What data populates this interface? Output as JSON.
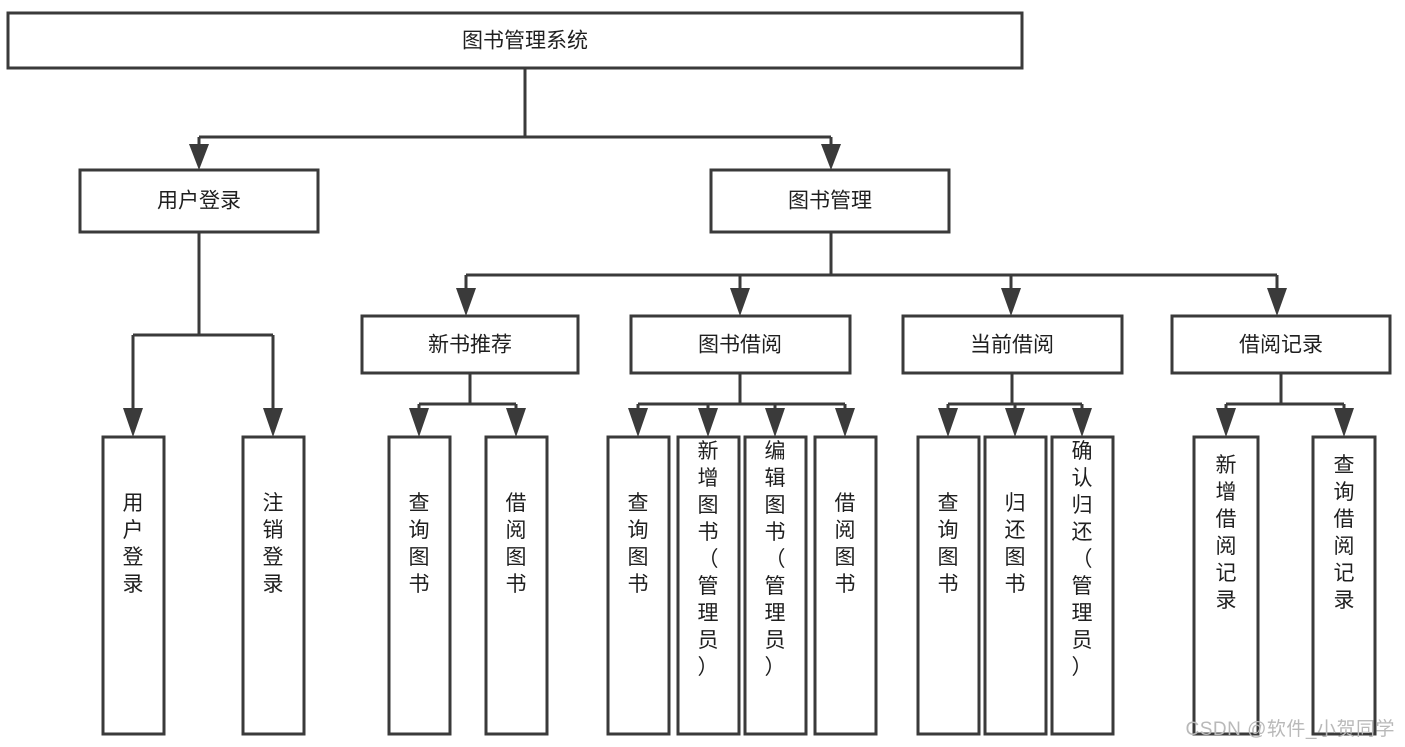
{
  "diagram": {
    "type": "tree",
    "title": "图书管理系统",
    "orientation": "top-down",
    "leaf_text_orientation": "vertical",
    "colors": {
      "box_stroke": "#3a3a3a",
      "box_fill": "#ffffff",
      "connector": "#3a3a3a",
      "text": "#1f1f1f",
      "background": "#ffffff",
      "watermark": "#b9b9b9"
    },
    "root": {
      "id": "root",
      "label": "图书管理系统"
    },
    "level2": [
      {
        "id": "user-login",
        "label": "用户登录"
      },
      {
        "id": "book-manage",
        "label": "图书管理"
      }
    ],
    "level3": [
      {
        "id": "new-book-recommend",
        "label": "新书推荐",
        "parent": "book-manage"
      },
      {
        "id": "book-borrow",
        "label": "图书借阅",
        "parent": "book-manage"
      },
      {
        "id": "current-borrow",
        "label": "当前借阅",
        "parent": "book-manage"
      },
      {
        "id": "borrow-record",
        "label": "借阅记录",
        "parent": "book-manage"
      }
    ],
    "leaves": {
      "user-login": [
        {
          "id": "leaf-user-login",
          "label": "用户登录"
        },
        {
          "id": "leaf-user-logout",
          "label": "注销登录"
        }
      ],
      "new-book-recommend": [
        {
          "id": "leaf-query-book-1",
          "label": "查询图书"
        },
        {
          "id": "leaf-borrow-book-1",
          "label": "借阅图书"
        }
      ],
      "book-borrow": [
        {
          "id": "leaf-query-book-2",
          "label": "查询图书"
        },
        {
          "id": "leaf-add-book",
          "label": "新增图书（管理员）"
        },
        {
          "id": "leaf-edit-book",
          "label": "编辑图书（管理员）"
        },
        {
          "id": "leaf-borrow-book-2",
          "label": "借阅图书"
        }
      ],
      "current-borrow": [
        {
          "id": "leaf-query-book-3",
          "label": "查询图书"
        },
        {
          "id": "leaf-return-book",
          "label": "归还图书"
        },
        {
          "id": "leaf-confirm-return",
          "label": "确认归还（管理员）"
        }
      ],
      "borrow-record": [
        {
          "id": "leaf-add-record",
          "label": "新增借阅记录"
        },
        {
          "id": "leaf-query-record",
          "label": "查询借阅记录"
        }
      ]
    }
  },
  "watermark": {
    "text": "CSDN @软件_小贺同学"
  }
}
